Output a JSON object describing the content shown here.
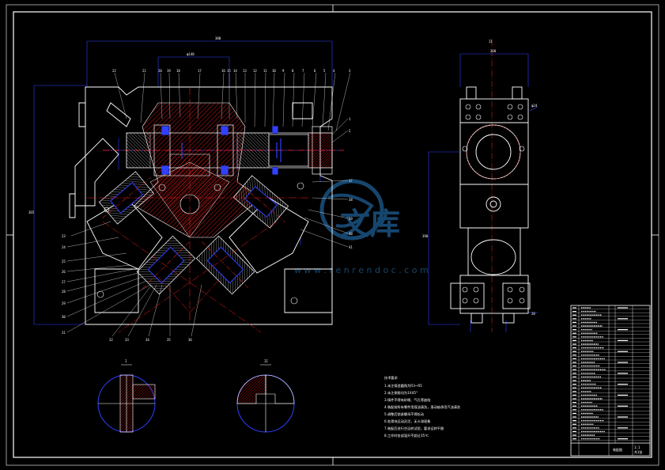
{
  "watermark": {
    "title": "文库",
    "url": "w w w . r e n r e n d o c . c o m",
    "color": "#16466e"
  },
  "colors": {
    "background": "#000000",
    "frame": "#ffffff",
    "dimension": "#3040ff",
    "outline": "#ffffff",
    "hatch": "#ff2020",
    "centerline": "#ff2020",
    "hidden": "#ffff40"
  },
  "section_labels": {
    "left": "I",
    "right": "II"
  },
  "tech_notes": {
    "title": "技术要求",
    "lines": [
      "1.未注铸造圆角为R3~R5",
      "2.未注倒角均为1X45°",
      "3.铸件不得有砂眼、气孔等缺陷",
      "4.装配前所有零件用煤油清洗，滚动轴承用汽油清洗",
      "5.调整后锁紧螺母不得松动",
      "6.各滑块运动灵活，无卡滞现象",
      "7.装配后进行空运转试验，要求运转平稳",
      "8.工作时各部温升不超过35℃"
    ]
  },
  "title_block": {
    "scale_cell": "1:1",
    "sheet_cell": "共1张",
    "name_cell": "装配图"
  }
}
